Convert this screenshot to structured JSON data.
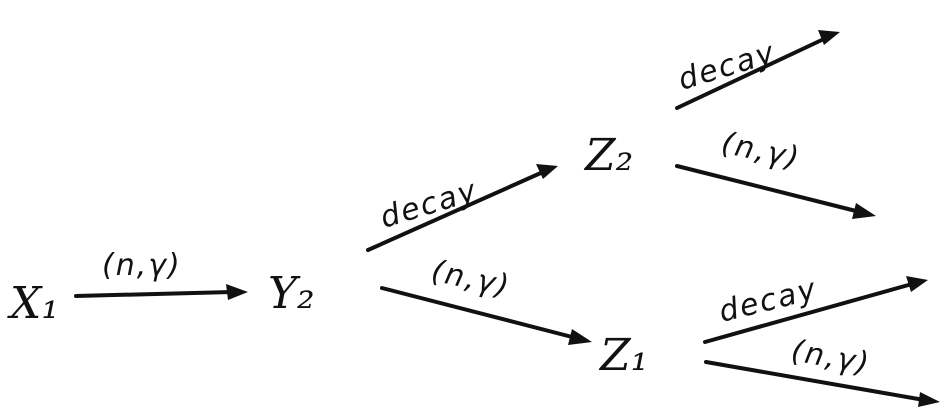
{
  "diagram": {
    "nodes": {
      "x1": "X₁",
      "y2": "Y₂",
      "z2": "Z₂",
      "z1": "Z₁"
    },
    "edges": {
      "x1_to_y2": "(n,γ)",
      "y2_to_z2": "decay",
      "y2_to_z1": "(n,γ)",
      "z2_up": "decay",
      "z2_down": "(n,γ)",
      "z1_up": "decay",
      "z1_down": "(n,γ)"
    }
  }
}
